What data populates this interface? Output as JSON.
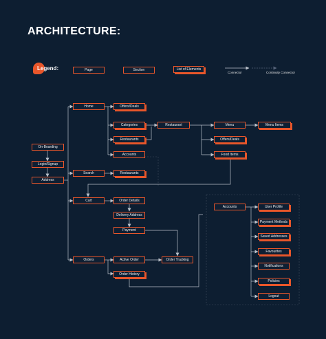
{
  "title": "ARCHITECTURE:",
  "legend": {
    "heading": "Legend:",
    "page": "Page",
    "section": "Section",
    "list_of_elements": "List of Elements",
    "connector": "Connector",
    "continuity_connector": "Continuity Connector"
  },
  "nodes": {
    "onboarding": "On-Boarding",
    "login": "Login/Signup",
    "address": "Address",
    "home": "Home",
    "offers_deals_home": "Offers/Deals",
    "categories": "Categories",
    "restaurants_home": "Restaurants",
    "accounts_home": "Accounts",
    "restaurant": "Restaurant",
    "menu": "Menu",
    "menu_items": "Menu Items",
    "offers_deals_menu": "Offers/Deals",
    "food_items": "Food Items",
    "search": "Search",
    "restaurants_search": "Restaurants",
    "cart": "Cart",
    "order_details": "Order Details",
    "delivery_address": "Delivery Address",
    "payment": "Payment",
    "orders": "Orders",
    "active_order": "Active Order",
    "order_tracking": "Order Tracking",
    "order_history": "Order History",
    "accounts": "Accounts",
    "user_profile": "User Profile",
    "payment_methods": "Payment Methods",
    "saved_addresses": "Saved Addresses",
    "favourites": "Favourites",
    "notifications": "Notifications",
    "policies": "Policies",
    "logout": "Logout"
  },
  "colors": {
    "background": "#0d1e31",
    "accent": "#e8562a",
    "connector": "#b9c0c9",
    "continuity": "#56647a"
  }
}
